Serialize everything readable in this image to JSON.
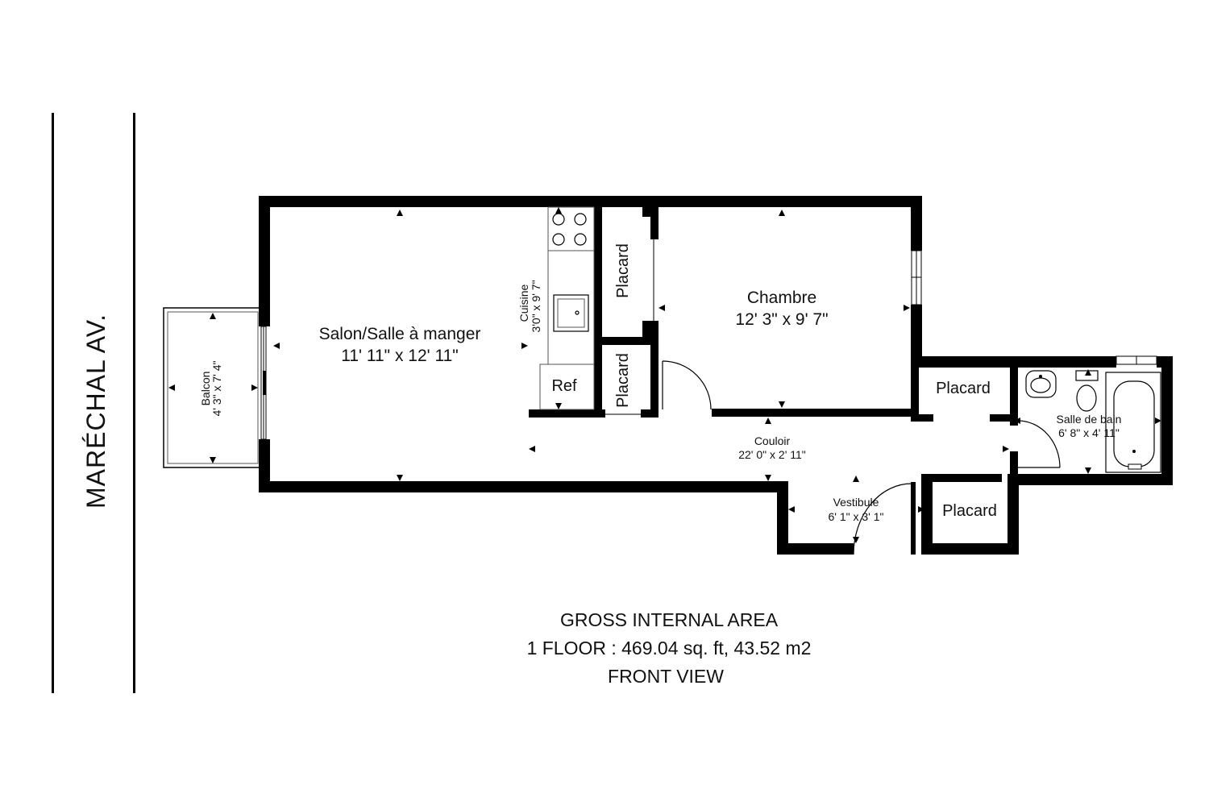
{
  "street_label": "MARÉCHAL AV.",
  "rooms": {
    "salon": {
      "name": "Salon/Salle à manger",
      "dims": "11' 11\" x 12' 11\""
    },
    "chambre": {
      "name": "Chambre",
      "dims": "12' 3\" x 9' 7\""
    },
    "cuisine": {
      "name": "Cuisine",
      "dims": "3'0\" x 9' 7\""
    },
    "balcon": {
      "name": "Balcon",
      "dims": "4' 3\" x 7' 4\""
    },
    "couloir": {
      "name": "Couloir",
      "dims": "22' 0\" x 2' 11\""
    },
    "vestibule": {
      "name": "Vestibule",
      "dims": "6' 1\" x 3' 1\""
    },
    "salle_de_bain": {
      "name": "Salle de bain",
      "dims": "6' 8\" x 4' 11\""
    },
    "ref": "Ref",
    "placard": "Placard"
  },
  "footer": {
    "line1": "GROSS INTERNAL AREA",
    "line2": "1 FLOOR : 469.04 sq. ft, 43.52 m2",
    "line3": "FRONT VIEW"
  }
}
